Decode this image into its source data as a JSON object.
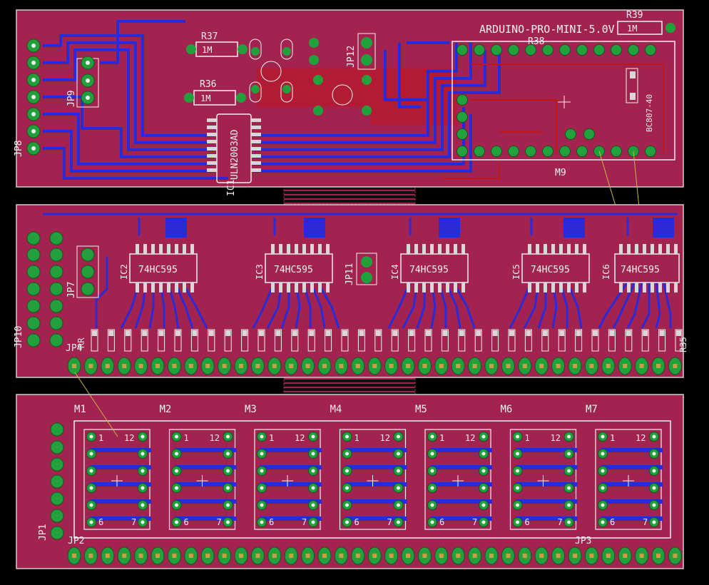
{
  "colors": {
    "background": "#000000",
    "board": "#a2234f",
    "board_edge": "#cfcfcf",
    "copper_top": "#c11616",
    "copper_bottom": "#2a2ad8",
    "pad": "#22a03c",
    "drill": "#1a1a1a",
    "silk": "#f0f0f0",
    "ratsnest": "#c8b74a"
  },
  "board_top": {
    "labels": {
      "jp8": "JP8",
      "jp9": "JP9",
      "r37": "R37",
      "r37_value": "1M",
      "r36": "R36",
      "r36_value": "1M",
      "ic1": "IC1",
      "ic1_part": "ULN2003AD",
      "jp12": "JP12",
      "arduino": "ARDUINO-PRO-MINI-5.0V",
      "r39": "R39",
      "r39_value": "1M",
      "r38": "R38",
      "m9": "M9",
      "bd": "BC807-40"
    }
  },
  "board_middle": {
    "labels": {
      "jp10": "JP10",
      "jp7": "JP7",
      "jp11": "JP11",
      "jp4": "JP4",
      "r35": "R35",
      "rr": "RR",
      "chip_part": "74HC595"
    },
    "chips": [
      "IC2",
      "IC3",
      "IC4",
      "IC5",
      "IC6"
    ]
  },
  "board_bottom": {
    "labels": {
      "jp1": "JP1",
      "jp2": "JP2",
      "jp3": "JP3"
    },
    "modules": [
      {
        "name": "M1"
      },
      {
        "name": "M2"
      },
      {
        "name": "M3"
      },
      {
        "name": "M4"
      },
      {
        "name": "M5"
      },
      {
        "name": "M6"
      },
      {
        "name": "M7"
      }
    ],
    "pin_labels": {
      "p1": "1",
      "p12": "12",
      "p6": "6",
      "p7": "7"
    }
  }
}
